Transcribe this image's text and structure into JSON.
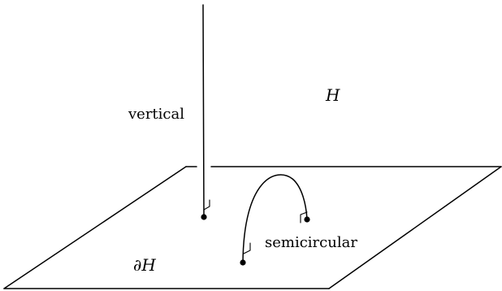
{
  "labels": {
    "vertical": "vertical",
    "half_space": "H",
    "semicircular": "semicircular",
    "boundary": "∂H"
  }
}
